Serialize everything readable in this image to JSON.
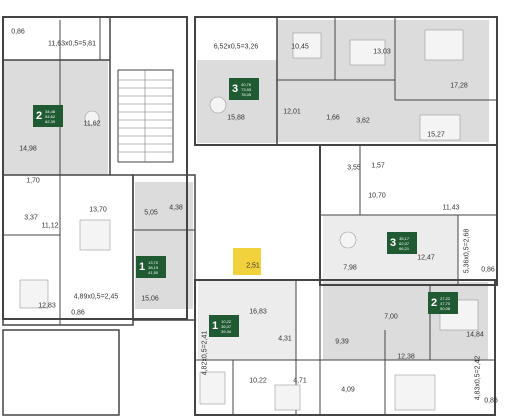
{
  "colors": {
    "wall": "#444444",
    "apt_fill": "#dcdcdc",
    "balcony_fill": "#ececec",
    "highlight": "#f2d23c",
    "badge": "#1f5a32",
    "outline": "#8d8d8d"
  },
  "apartments": [
    {
      "id": "a",
      "rooms": "2",
      "areas": [
        "34,48",
        "54,62",
        "62,39"
      ]
    },
    {
      "id": "b",
      "rooms": "3",
      "areas": [
        "40,76",
        "73,93",
        "78,05"
      ]
    },
    {
      "id": "c",
      "rooms": "1",
      "areas": [
        "13,70",
        "38,19",
        "41,50"
      ]
    },
    {
      "id": "d",
      "rooms": "3",
      "areas": [
        "35,17",
        "62,07",
        "66,21"
      ]
    },
    {
      "id": "e",
      "rooms": "2",
      "areas": [
        "27,22",
        "47,70",
        "50,08"
      ]
    },
    {
      "id": "f",
      "rooms": "1",
      "areas": [
        "10,22",
        "36,07",
        "39,34"
      ]
    }
  ],
  "room_labels": [
    "0,86",
    "11,63x0,5=5,81",
    "6,52x0,5=3,26",
    "10,45",
    "13,03",
    "17,28",
    "11,62",
    "15,88",
    "12,01",
    "1,66",
    "3,62",
    "15,27",
    "14,98",
    "1,70",
    "3,55",
    "1,57",
    "10,70",
    "11,43",
    "13,70",
    "5,05",
    "4,38",
    "3,37",
    "11,12",
    "2,51",
    "7,98",
    "12,47",
    "5,36x0,5=2,68",
    "0,86",
    "12,83",
    "4,89x0,5=2,45",
    "15,06",
    "16,83",
    "7,00",
    "14,84",
    "0,86",
    "4,31",
    "9,39",
    "12,38",
    "4,82x0,5=2,41",
    "10,22",
    "4,71",
    "4,09",
    "4,83x0,5=2,42",
    "0,86"
  ]
}
